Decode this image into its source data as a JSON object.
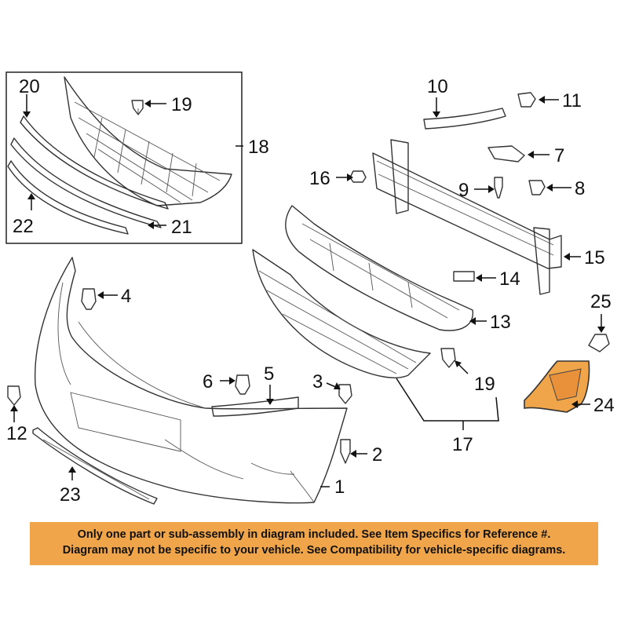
{
  "callouts": {
    "c1": "1",
    "c2": "2",
    "c3": "3",
    "c4": "4",
    "c5": "5",
    "c6": "6",
    "c7": "7",
    "c8": "8",
    "c9": "9",
    "c10": "10",
    "c11": "11",
    "c12": "12",
    "c13": "13",
    "c14": "14",
    "c15": "15",
    "c16": "16",
    "c17": "17",
    "c18": "18",
    "c19a": "19",
    "c19b": "19",
    "c20": "20",
    "c21": "21",
    "c22": "22",
    "c23": "23",
    "c24": "24",
    "c25": "25"
  },
  "notice": {
    "line1": "Only one part or sub-assembly in diagram included. See Item Specifics for Reference #.",
    "line2": "Diagram may not be specific to your vehicle. See Compatibility for vehicle-specific diagrams."
  },
  "colors": {
    "notice_bg": "#f0a54a",
    "highlight_part": "#f0a54a"
  }
}
